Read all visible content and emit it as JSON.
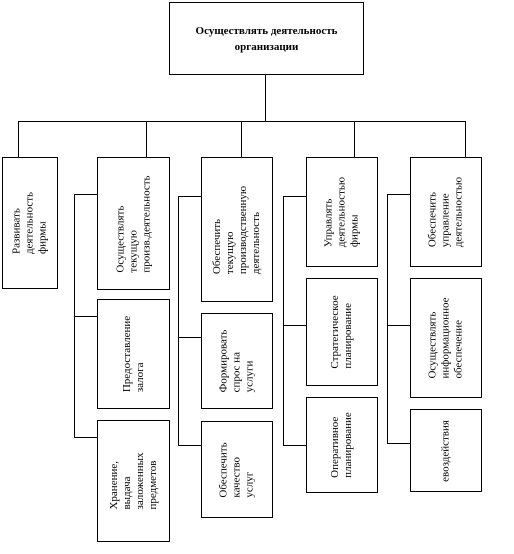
{
  "diagram": {
    "root": {
      "label": "Осуществлять деятельность организации"
    },
    "branches": [
      {
        "id": "b1",
        "head": {
          "label": "Развивать\nдеятельность фирмы"
        },
        "children": []
      },
      {
        "id": "b2",
        "head": {
          "label": "Осуществлять\nтекущую\nпроизв.деятельность"
        },
        "children": [
          {
            "label": "Предоставление\nзалога"
          },
          {
            "label": "Хранение, выдача\nзаложенных\nпредметов"
          }
        ]
      },
      {
        "id": "b3",
        "head": {
          "label": "Обеспечить текущую\nпроизводственную\nдеятельность"
        },
        "children": [
          {
            "label": "Формировать\nспрос на\nуслуги"
          },
          {
            "label": "Обеспечить\nкачество услуг"
          }
        ]
      },
      {
        "id": "b4",
        "head": {
          "label": "Управлять\nдеятельностью\nфирмы"
        },
        "children": [
          {
            "label": "Стратегическое\nпланирование"
          },
          {
            "label": "Оперативное\nпланирование"
          }
        ]
      },
      {
        "id": "b5",
        "head": {
          "label": "Обеспечить\nуправление\nдеятельностью"
        },
        "children": [
          {
            "label": "Осуществлять\nинформационное\nобеспечение"
          },
          {
            "label": "евоздействия"
          }
        ]
      }
    ]
  }
}
